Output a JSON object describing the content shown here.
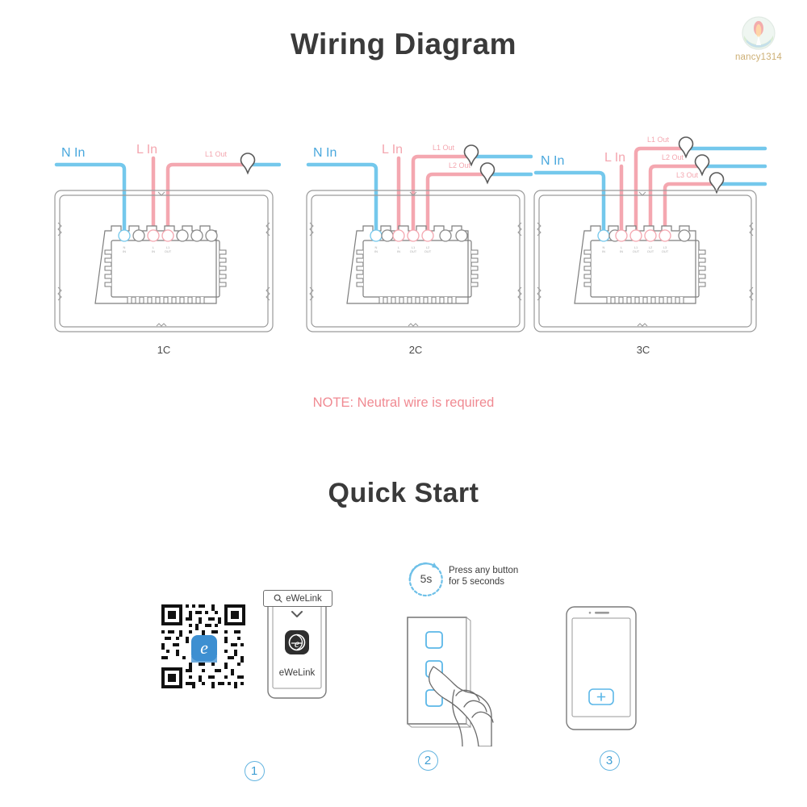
{
  "watermark": {
    "username": "nancy1314",
    "logo_icon": "colorful-disc-logo"
  },
  "headings": {
    "wiring": "Wiring Diagram",
    "quick_start": "Quick Start"
  },
  "note": "NOTE: Neutral wire is required",
  "colors": {
    "neutral_wire": "#74c8ec",
    "live_wire": "#f4a7b0",
    "note_text": "#f08a92",
    "heading": "#3a3a3a",
    "outline": "#6d6d6d",
    "accent_blue": "#63b4e0",
    "app_icon_blue": "#3d8fd1"
  },
  "diagrams": [
    {
      "caption": "1C",
      "labels": {
        "neutral_in": "N In",
        "live_in": "L In",
        "outputs": [
          "L1 Out"
        ]
      },
      "terminal_count": 7,
      "bulb_count": 1,
      "bulb_icon": "light-bulb-icon"
    },
    {
      "caption": "2C",
      "labels": {
        "neutral_in": "N In",
        "live_in": "L In",
        "outputs": [
          "L1 Out",
          "L2 Out"
        ]
      },
      "terminal_count": 7,
      "bulb_count": 2,
      "bulb_icon": "light-bulb-icon"
    },
    {
      "caption": "3C",
      "labels": {
        "neutral_in": "N In",
        "live_in": "L In",
        "outputs": [
          "L1 Out",
          "L2 Out",
          "L3 Out"
        ]
      },
      "terminal_count": 7,
      "bulb_count": 3,
      "bulb_icon": "light-bulb-icon"
    }
  ],
  "quick_start": {
    "steps": [
      {
        "number": "1",
        "search_box": {
          "query": "eWeLink",
          "icon": "search-icon"
        },
        "chevron_icon": "chevron-down-icon",
        "qr_code_icon": "qr-code",
        "app_badge_letter": "e",
        "phone_app_label": "eWeLink",
        "phone_app_icon": "ewelink-app-icon"
      },
      {
        "number": "2",
        "timer_label": "5s",
        "timer_icon": "circular-arrow-icon",
        "instruction_line1": "Press any button",
        "instruction_line2": "for 5 seconds",
        "switch_buttons": 3,
        "hand_icon": "hand-pointing-icon"
      },
      {
        "number": "3",
        "add_button_label": "+",
        "add_button_icon": "plus-icon"
      }
    ]
  }
}
